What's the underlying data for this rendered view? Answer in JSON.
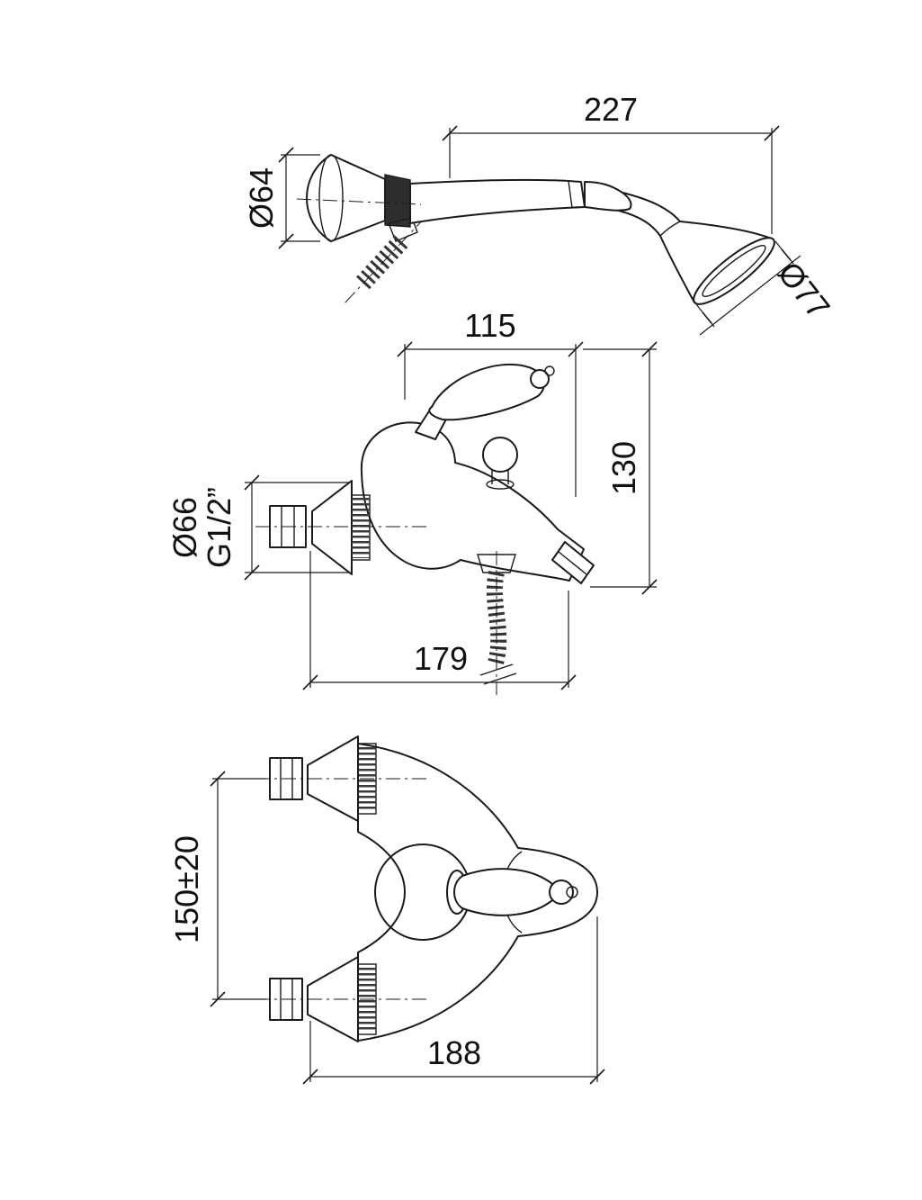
{
  "dimensions": {
    "handshower_length": "227",
    "handshower_support_diameter": "Ø64",
    "handshower_head_diameter": "Ø77",
    "mixer_top_width": "115",
    "mixer_height": "130",
    "rosette_diameter": "Ø66",
    "thread_size": "G1/2”",
    "mixer_depth": "179",
    "inlet_centres_distance": "150±20",
    "mixer_width": "188"
  }
}
